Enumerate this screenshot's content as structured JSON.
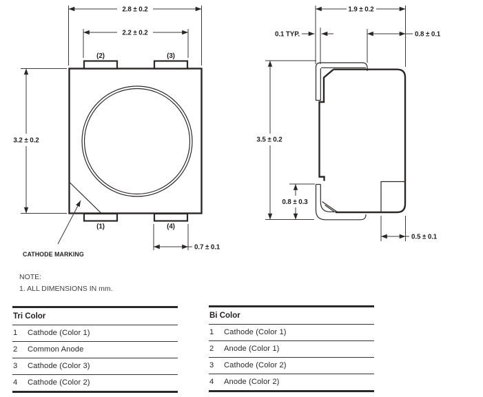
{
  "colors": {
    "ink": "#2a2725",
    "background": "#ffffff"
  },
  "front_view": {
    "dim_outer_width": "2.8 ± 0.2",
    "dim_inner_width": "2.2 ± 0.2",
    "dim_height": "3.2 ± 0.2",
    "dim_pad_width": "0.7 ± 0.1",
    "pin_top_left": "(2)",
    "pin_top_right": "(3)",
    "pin_bottom_left": "(1)",
    "pin_bottom_right": "(4)",
    "cathode_label": "CATHODE MARKING"
  },
  "side_view": {
    "dim_depth": "1.9 ± 0.2",
    "dim_lead_thickness": "0.1 TYP.",
    "dim_top_lead": "0.8 ± 0.1",
    "dim_height": "3.5 ± 0.2",
    "dim_standoff": "0.8 ± 0.3",
    "dim_foot": "0.5 ± 0.1"
  },
  "note": {
    "title": "NOTE:",
    "line1": "1. ALL DIMENSIONS IN mm."
  },
  "tables": {
    "tri": {
      "title": "Tri Color",
      "rows": [
        {
          "pin": "1",
          "label": "Cathode (Color 1)"
        },
        {
          "pin": "2",
          "label": "Common Anode"
        },
        {
          "pin": "3",
          "label": "Cathode (Color 3)"
        },
        {
          "pin": "4",
          "label": "Cathode (Color 2)"
        }
      ]
    },
    "bi": {
      "title": "Bi Color",
      "rows": [
        {
          "pin": "1",
          "label": "Cathode (Color 1)"
        },
        {
          "pin": "2",
          "label": "Anode (Color 1)"
        },
        {
          "pin": "3",
          "label": "Cathode (Color 2)"
        },
        {
          "pin": "4",
          "label": "Anode (Color 2)"
        }
      ]
    }
  }
}
